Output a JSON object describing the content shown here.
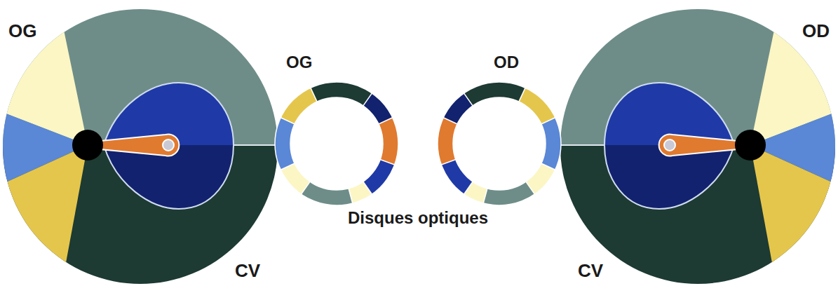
{
  "diagram": {
    "labels": [
      "OG",
      "OG",
      "OD",
      "OD",
      "Disques optiques",
      "CV",
      "CV"
    ]
  }
}
